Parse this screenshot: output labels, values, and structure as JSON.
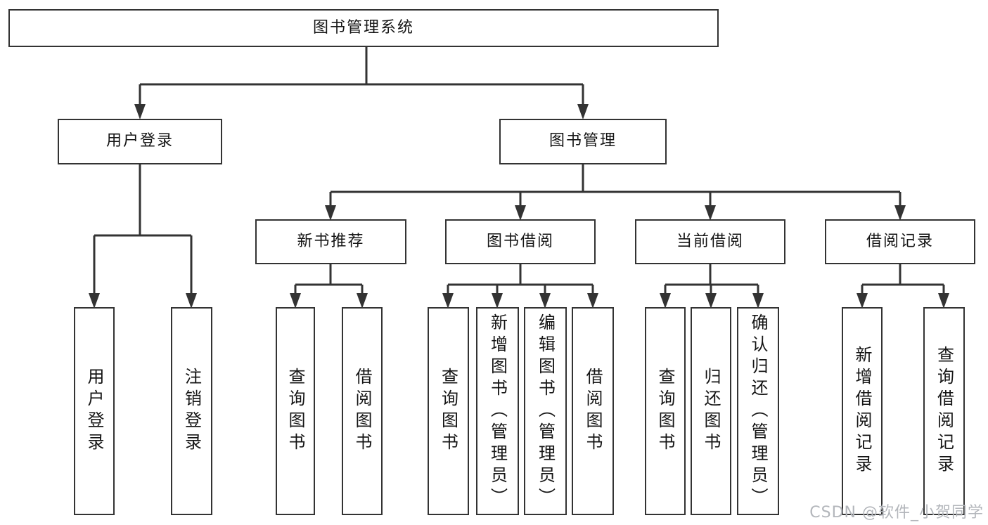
{
  "diagram": {
    "root": {
      "label": "图书管理系统"
    },
    "branches": [
      {
        "label": "用户登录",
        "children": [
          {
            "label": "用户登录"
          },
          {
            "label": "注销登录"
          }
        ]
      },
      {
        "label": "图书管理",
        "children": [
          {
            "label": "新书推荐",
            "children": [
              {
                "label": "查询图书"
              },
              {
                "label": "借阅图书"
              }
            ]
          },
          {
            "label": "图书借阅",
            "children": [
              {
                "label": "查询图书"
              },
              {
                "label": "新增图书（管理员）"
              },
              {
                "label": "编辑图书（管理员）"
              },
              {
                "label": "借阅图书"
              }
            ]
          },
          {
            "label": "当前借阅",
            "children": [
              {
                "label": "查询图书"
              },
              {
                "label": "归还图书"
              },
              {
                "label": "确认归还（管理员）"
              }
            ]
          },
          {
            "label": "借阅记录",
            "children": [
              {
                "label": "新增借阅记录"
              },
              {
                "label": "查询借阅记录"
              }
            ]
          }
        ]
      }
    ]
  },
  "watermark": {
    "text": "CSDN @软件_小贺同学"
  },
  "colors": {
    "line": "#333333",
    "text": "#151515",
    "background": "#ffffff",
    "watermark": "#b3b6bb"
  }
}
